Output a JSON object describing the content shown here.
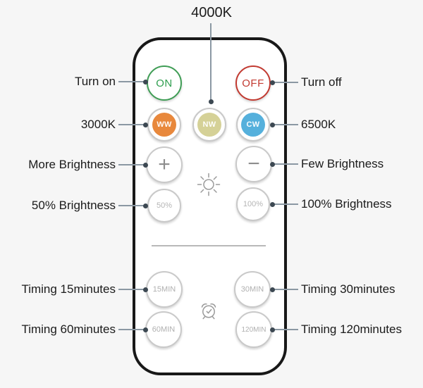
{
  "top_annotation": {
    "label": "4000K"
  },
  "annotations_left": [
    {
      "label": "Turn on"
    },
    {
      "label": "3000K"
    },
    {
      "label": "More Brightness"
    },
    {
      "label": "50% Brightness"
    },
    {
      "label": "Timing 15minutes"
    },
    {
      "label": "Timing 60minutes"
    }
  ],
  "annotations_right": [
    {
      "label": "Turn off"
    },
    {
      "label": "6500K"
    },
    {
      "label": "Few Brightness"
    },
    {
      "label": "100% Brightness"
    },
    {
      "label": "Timing 30minutes"
    },
    {
      "label": "Timing 120minutes"
    }
  ],
  "remote": {
    "power": {
      "on": "ON",
      "off": "OFF"
    },
    "color_temp": {
      "warm": "WW",
      "neutral": "NW",
      "cool": "CW"
    },
    "brightness": {
      "plus": "+",
      "minus": "−",
      "half": "50%",
      "full": "100%"
    },
    "timers": {
      "t15": "15MIN",
      "t30": "30MIN",
      "t60": "60MIN",
      "t120": "120MIN"
    },
    "icons": {
      "sun": "sun-icon",
      "alarm": "alarm-clock-icon"
    }
  },
  "colors": {
    "background": "#f6f6f6",
    "remote_border": "#181818",
    "button_ring": "#c9c9c9",
    "button_text_gray": "#b2b2b2",
    "on_green": "#3f9d55",
    "off_red": "#c23a31",
    "ww_orange": "#e8883c",
    "nw_khaki": "#d5d197",
    "cw_blue": "#55b0dc",
    "leader_line": "#8b98a3",
    "leader_dot": "#3c4852",
    "label_text": "#1b1b1b",
    "divider": "#b8b8b8",
    "icon_gray": "#9b9b9b"
  }
}
